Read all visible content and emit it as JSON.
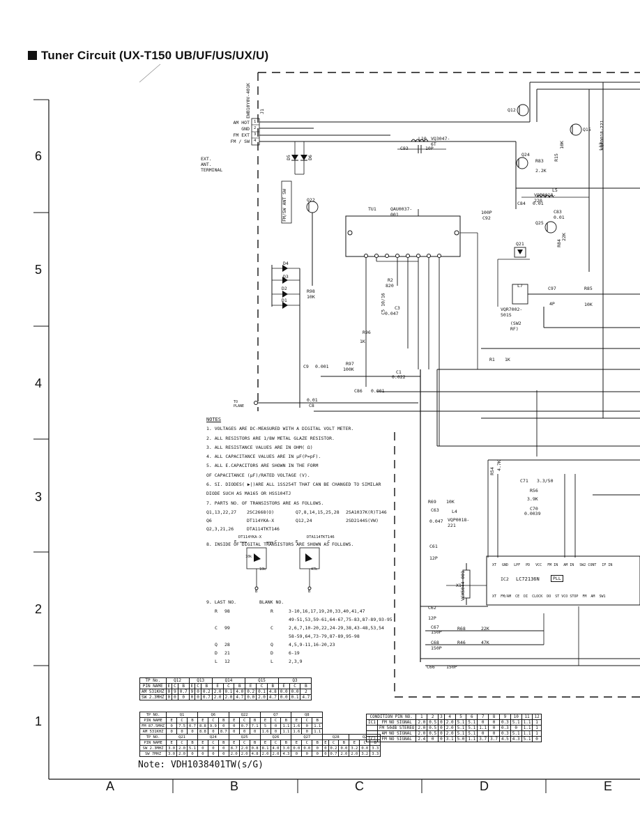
{
  "title": "Tuner Circuit (UX-T150 UB/UF/US/UX/U)",
  "row_labels": [
    "6",
    "5",
    "4",
    "3",
    "2",
    "1"
  ],
  "col_labels": [
    "A",
    "B",
    "C",
    "D",
    "E"
  ],
  "connector": {
    "part": "EWB10Y0V-401K",
    "ref": "J1",
    "pins": [
      "AM HOT",
      "GND",
      "FM EXT",
      "FM / SW"
    ],
    "pin_numbers": [
      "1",
      "2",
      "3",
      "4"
    ],
    "terminal_label": "EXT. ANT. TERMINAL"
  },
  "components": {
    "tuner": "TU1",
    "tuner_part": "QAU0037-001",
    "pll_ic": "IC2",
    "pll_part": "LC72136N",
    "pll_tag": "PLL",
    "crystal": "X1",
    "crystal_part": "VCX5044-001",
    "coil_l10": "L10",
    "coil_l10_part": "VQ3047-6T",
    "c93": "C93",
    "c93_val": "10P",
    "c92": "C92",
    "c92_val": "100P",
    "q12": "Q12",
    "q15": "Q15",
    "q24": "Q24",
    "q22": "Q22",
    "q25": "Q25",
    "q21": "Q21",
    "r83": "R83",
    "r83_val": "2.2K",
    "r15": "R15",
    "r15_val": "10K",
    "l5": "L5",
    "l5_part": "VQP0018-220",
    "c84": "C84",
    "c84_val": "0.01",
    "c83": "C83",
    "c83_val": "0.01",
    "r84": "R84",
    "r84_val": "22K",
    "l7": "L7",
    "l7_part": "VQR7002-501S",
    "sw2rf": "(SW2 RF)",
    "c97": "C97",
    "c97_val": "4P",
    "r85": "R85",
    "r85_val": "10K",
    "l12": "L12",
    "l12_part": "VQP0018-221",
    "r98": "R98",
    "r98_val": "10K",
    "r2": "R2",
    "r2_val": "820",
    "c5": "C5 10/16",
    "c3": "C3",
    "c3_val": "0.047",
    "r96": "R96",
    "r96_val": "1K",
    "r97": "R97",
    "r97_val": "100K",
    "c9": "C9",
    "c9_val": "0.001",
    "c1": "C1",
    "c1_val": "0.022",
    "r1": "R1",
    "r1_val": "1K",
    "c86": "C86",
    "c86_val": "0.001",
    "c8": "C8",
    "c8_val": "0.01",
    "to_plane": "TO PLANE",
    "d": [
      "D4",
      "D3",
      "D2",
      "D1",
      "D5",
      "D6"
    ],
    "fm_sw_ant": "FM/SW ANT SW",
    "r69": "R69",
    "r69_val": "10K",
    "c63": "C63",
    "c63_val": "0.047",
    "l4": "L4",
    "l4_part": "VQP0018-221",
    "c61": "C61",
    "c61_val": "12P",
    "c62": "C62",
    "c62_val": "12P",
    "c67": "C67",
    "c67_val": "150P",
    "c68": "C68",
    "c68_val": "150P",
    "c66": "C66",
    "c66_val": "150P",
    "r68": "R68",
    "r68_val": "22K",
    "r46": "R46",
    "r46_val": "47K",
    "r56": "R56",
    "r56_val": "3.9K",
    "c70": "C70",
    "c70_val": "0.0039",
    "c71": "C71",
    "c71_val": "3.3/50",
    "r54": "R54",
    "r54_val": "4.7K",
    "pll_pins_top": [
      "XT",
      "GND",
      "LPF",
      "PD",
      "VCC",
      "FM IN",
      "AM IN",
      "SW2 CONT",
      "IF IN"
    ],
    "pll_pins_bottom": [
      "XT",
      "FM/AM",
      "CE",
      "DI",
      "CLOCK",
      "DO",
      "ST VCO STOP",
      "FM",
      "AM",
      "SW1"
    ]
  },
  "notes": {
    "heading": "NOTES",
    "items": [
      "1. VOLTAGES ARE DC-MEASURED WITH A DIGITAL      VOLT METER.",
      "2. ALL RESISTORS ARE 1/8W METAL GLAZE RESISTOR.",
      "3. ALL RESISTANCE VALUES ARE IN OHM( Ω)",
      "4. ALL CAPACITANCE VALUES ARE IN μF(P=pF).",
      "5. ALL E.CAPACITORS ARE SHOWN IN THE FORM",
      "   OF CAPACITANCE (μF)/RATED VOLTAGE (V).",
      "6. SI. DIODES( ▶|)ARE ALL  1SS254T THAT CAN BE CHANGED TO SIMILAR",
      "   DIODE SUCH AS MA165 OR HSS104TJ",
      "7. PARTS NO. OF TRANSISTORS ARE AS FOLLOWS."
    ],
    "transistors": [
      [
        "Q1,13,22,27",
        "2SC2668(O)",
        "Q7,8,14,15,25,28",
        "2SA1037K(R)T146"
      ],
      [
        "Q6",
        "DT114YKA-X",
        "Q12,24",
        "2SD2144S(VW)"
      ],
      [
        "Q2,3,21,26",
        "DTA114TKT146",
        "",
        ""
      ]
    ],
    "item8": "8. INSIDE OF DIGITAL TRANSISTORS ARE SHOWN      AS FOLLOWS.",
    "digital_names": [
      "DT114YKA-X",
      "DTA114TKT146"
    ],
    "pin_letters": [
      "E",
      "C",
      "B",
      "E",
      "C",
      "B"
    ],
    "res_labels": [
      "10k",
      "10k",
      "47k"
    ],
    "item9": "9. LAST NO.",
    "blank_no": "BLANK NO.",
    "last_nos": [
      [
        "R",
        "98",
        "R",
        "3-10,16,17,19,20,33,40,41,47"
      ],
      [
        "",
        "",
        "",
        "49-51,53,59-61,64-67,75-83,87-89,93-95"
      ],
      [
        "C",
        "99",
        "C",
        "2,6,7,10-20,22,24-29,38,43-48,53,54"
      ],
      [
        "",
        "",
        "",
        "58-59,64,73-79,87-89,95-98"
      ],
      [
        "Q",
        "28",
        "Q",
        "4,5,9-11,16-20,23"
      ],
      [
        "D",
        "21",
        "D",
        "6-19"
      ],
      [
        "L",
        "12",
        "L",
        "2,3,9"
      ]
    ]
  },
  "table_a": {
    "headers": [
      "TP No.",
      "Q12",
      "Q13",
      "Q14",
      "Q15",
      "Q3"
    ],
    "pin_row": [
      "PIN NAME",
      "E",
      "C",
      "B",
      "E",
      "C",
      "B",
      "E",
      "C",
      "B",
      "E",
      "C",
      "B",
      "E",
      "C",
      "B"
    ],
    "rows": [
      [
        "AM 531KHZ",
        "0",
        "9",
        "0.7",
        "9",
        "0",
        "0.2",
        "2.0",
        "0.1",
        "4.0",
        "0.2",
        "0.1",
        "4.8",
        "0.0",
        "0.0",
        "2"
      ],
      [
        "SW 2.3MHZ",
        "0",
        "0",
        "0",
        "0",
        "0",
        "0.7",
        "2.0",
        "2.0",
        "4.7",
        "0.0",
        "2.0",
        "4.7",
        "0.0",
        "0.1",
        "4.7"
      ]
    ]
  },
  "table_b": {
    "headers1": [
      "TP NO.",
      "Q1",
      "Q6",
      "Q22",
      "Q7",
      "Q8"
    ],
    "pin_row1": [
      "PIN NAME",
      "E",
      "C",
      "B",
      "E",
      "C",
      "B",
      "E",
      "C",
      "B",
      "E",
      "C",
      "B",
      "E",
      "C",
      "B"
    ],
    "rows1": [
      [
        "FM 87.5MHZ",
        "0",
        "7.5",
        "0.7",
        "8.8",
        "9.9",
        "0",
        "0",
        "0.7",
        "7.1",
        "5",
        "0",
        "1.1",
        "1.6",
        "0",
        "1.1"
      ],
      [
        "AM 531KHZ",
        "0",
        "0",
        "0",
        "8.8",
        "0",
        "8.7",
        "0",
        "0",
        "0",
        "1.6",
        "0",
        "1.1",
        "1.6",
        "0",
        "1.1"
      ]
    ],
    "headers2": [
      "TP NO.",
      "Q21",
      "Q24",
      "Q25",
      "Q26",
      "Q27",
      "Q28",
      "Q2"
    ],
    "pin_row2": [
      "PIN NAME",
      "E",
      "C",
      "B",
      "E",
      "C",
      "B",
      "E",
      "C",
      "B",
      "E",
      "C",
      "B",
      "E",
      "C",
      "B",
      "E",
      "C",
      "B",
      "E",
      "C",
      "B"
    ],
    "rows2": [
      [
        "SW 2.3MHZ",
        "3.0",
        "2.0",
        "5.1",
        "0",
        "0",
        "0",
        "8.7",
        "2.0",
        "0.8",
        "8.1",
        "4.0",
        "3.0",
        "0.0",
        "0.0",
        "0",
        "0",
        "0.2",
        "0.0",
        "3.2",
        "0.0",
        "3.3"
      ],
      [
        "SW 7MHZ",
        "3.0",
        "2.0",
        "0",
        "0",
        "0",
        "0",
        "2.0",
        "2.0",
        "4.8",
        "2.0",
        "2.0",
        "4.3",
        "0",
        "0",
        "0",
        "0",
        "0.7",
        "2.0",
        "2.0",
        "3.2",
        "3.3"
      ]
    ]
  },
  "table_c": {
    "header": [
      "CONDITION PIN NO.",
      "1",
      "2",
      "3",
      "4",
      "5",
      "6",
      "7",
      "8",
      "9",
      "10",
      "11",
      "12"
    ],
    "rows": [
      [
        "IC1",
        "FM NO SIGNAL",
        "2.0",
        "0.5",
        "0",
        "2.0",
        "5.1",
        "5.1",
        "0",
        "0",
        "0.3",
        "5.1",
        "1.1",
        "1"
      ],
      [
        "",
        "FM 50dB STEREO",
        "2.0",
        "0.5",
        "0",
        "2.0",
        "5.1",
        "5.1",
        "1.1",
        "0",
        "0.3",
        "0",
        "1.1",
        "1"
      ],
      [
        "",
        "AM NO SIGNAL",
        "2.0",
        "0.5",
        "0",
        "2.0",
        "5.1",
        "5.1",
        "0",
        "0",
        "0.3",
        "5.1",
        "1.1",
        "1"
      ],
      [
        "IC2",
        "FM NO SIGNAL",
        "2.4",
        "0",
        "0",
        "3.1",
        "5.0",
        "1.1",
        "3.7",
        "3.7",
        "4.5",
        "4.3",
        "5.1",
        "0"
      ]
    ]
  },
  "note_line": "Note:   VDH1038401TW(s/G)"
}
